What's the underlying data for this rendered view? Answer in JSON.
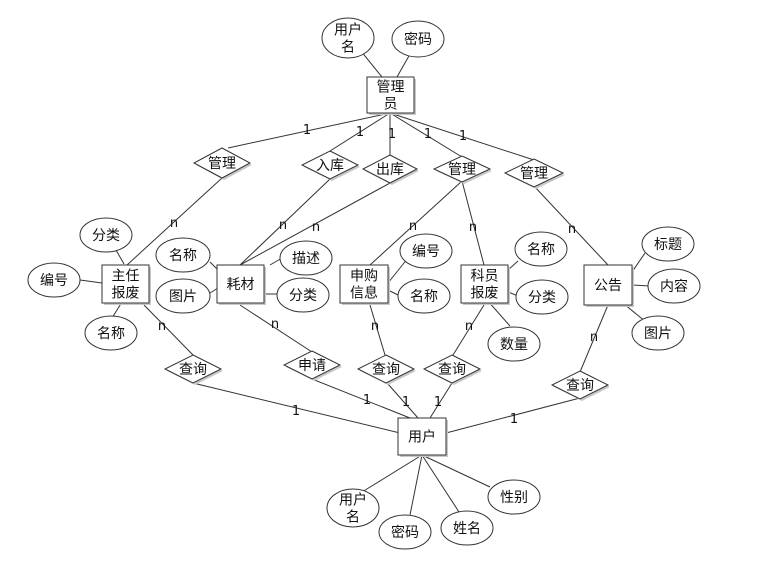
{
  "entities": {
    "admin": [
      "管理",
      "员"
    ],
    "head_report": [
      "主任",
      "报废"
    ],
    "consumable": [
      "耗材"
    ],
    "purchase_info": [
      "申购",
      "信息"
    ],
    "staff_report": [
      "科员",
      "报废"
    ],
    "notice": [
      "公告"
    ],
    "user": [
      "用户"
    ]
  },
  "attributes": {
    "admin_username": [
      "用户",
      "名"
    ],
    "admin_password": [
      "密码"
    ],
    "head_category": [
      "分类"
    ],
    "head_code": [
      "编号"
    ],
    "head_name": [
      "名称"
    ],
    "cons_name": [
      "名称"
    ],
    "cons_desc": [
      "描述"
    ],
    "cons_image": [
      "图片"
    ],
    "cons_category": [
      "分类"
    ],
    "purch_code": [
      "编号"
    ],
    "purch_name": [
      "名称"
    ],
    "staff_name": [
      "名称"
    ],
    "staff_category": [
      "分类"
    ],
    "staff_qty": [
      "数量"
    ],
    "notice_title": [
      "标题"
    ],
    "notice_content": [
      "内容"
    ],
    "notice_image": [
      "图片"
    ],
    "user_username": [
      "用户",
      "名"
    ],
    "user_password": [
      "密码"
    ],
    "user_name": [
      "姓名"
    ],
    "user_gender": [
      "性别"
    ]
  },
  "relationships": {
    "manage1": "管理",
    "stock_in": "入库",
    "stock_out": "出库",
    "manage2": "管理",
    "manage3": "管理",
    "query1": "查询",
    "apply": "申请",
    "query2": "查询",
    "query3": "查询",
    "query4": "查询"
  },
  "cardinalities": {
    "a1": "1",
    "a2": "1",
    "a3": "1",
    "a4": "1",
    "a5": "1",
    "b1": "n",
    "b2": "n",
    "b3": "n",
    "b4": "n",
    "b5": "n",
    "b6": "n",
    "c1": "n",
    "c2": "n",
    "c3": "n",
    "c4": "n",
    "c5": "n",
    "d1": "1",
    "d2": "1",
    "d3": "1",
    "d4": "1",
    "d5": "1"
  }
}
